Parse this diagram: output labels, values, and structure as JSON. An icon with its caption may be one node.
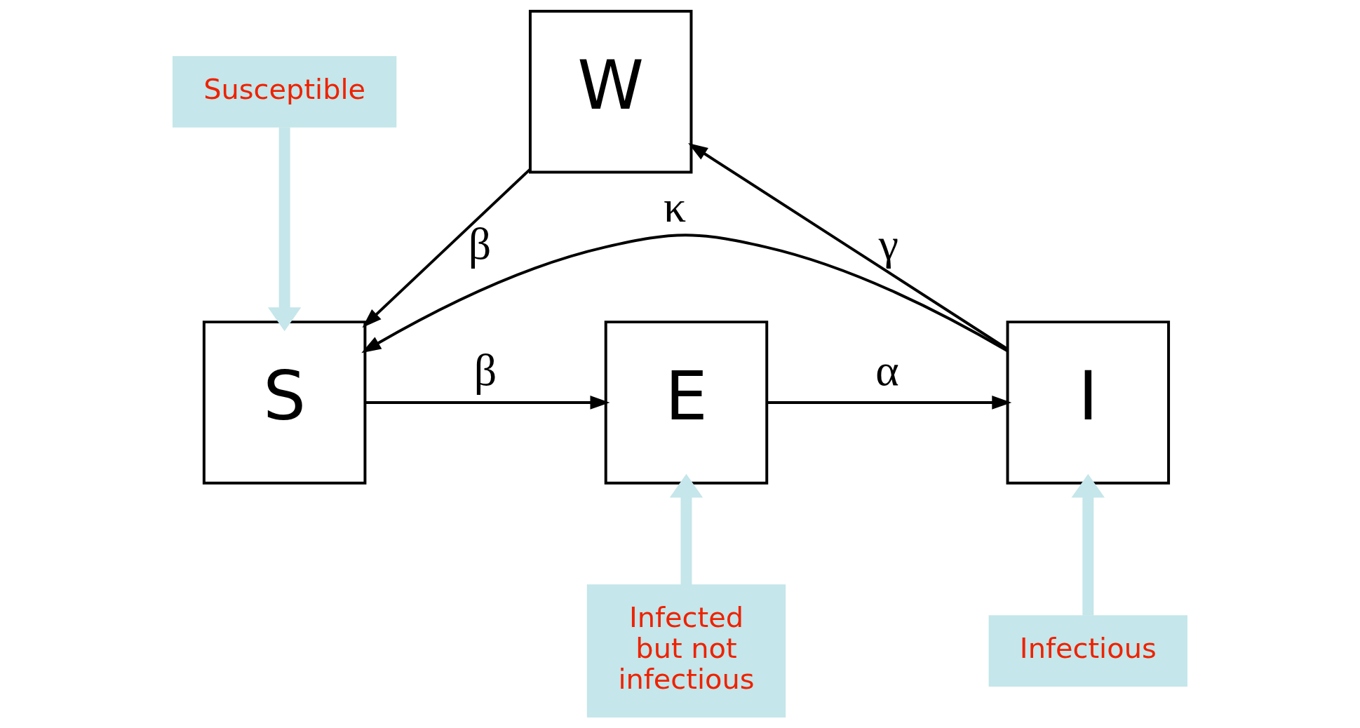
{
  "diagram": {
    "nodes": [
      {
        "text": [
          "W"
        ]
      },
      {
        "text": [
          "S"
        ]
      },
      {
        "text": [
          "E"
        ]
      },
      {
        "text": [
          "I"
        ]
      },
      {
        "text": [
          "Susceptible"
        ]
      },
      {
        "text": [
          "Infected but not infectious"
        ]
      },
      {
        "text": [
          "Infectious"
        ]
      }
    ],
    "edges": [
      {
        "from": 0,
        "to": 1,
        "arrow": "to",
        "label": "β"
      },
      {
        "from": 1,
        "to": 2,
        "arrow": "to",
        "label": "β"
      },
      {
        "from": 2,
        "to": 3,
        "arrow": "to",
        "label": "α"
      },
      {
        "from": 3,
        "to": 0,
        "arrow": "to",
        "label": "γ"
      },
      {
        "from": 3,
        "to": 1,
        "arrow": "to",
        "label": "κ"
      },
      {
        "from": 4,
        "to": 1,
        "arrow": "to",
        "style": "thick",
        "color": "#c5e6ea"
      },
      {
        "from": 5,
        "to": 2,
        "arrow": "to",
        "style": "thick",
        "color": "#c5e6ea"
      },
      {
        "from": 6,
        "to": 3,
        "arrow": "to",
        "style": "thick",
        "color": "#c5e6ea"
      }
    ]
  }
}
